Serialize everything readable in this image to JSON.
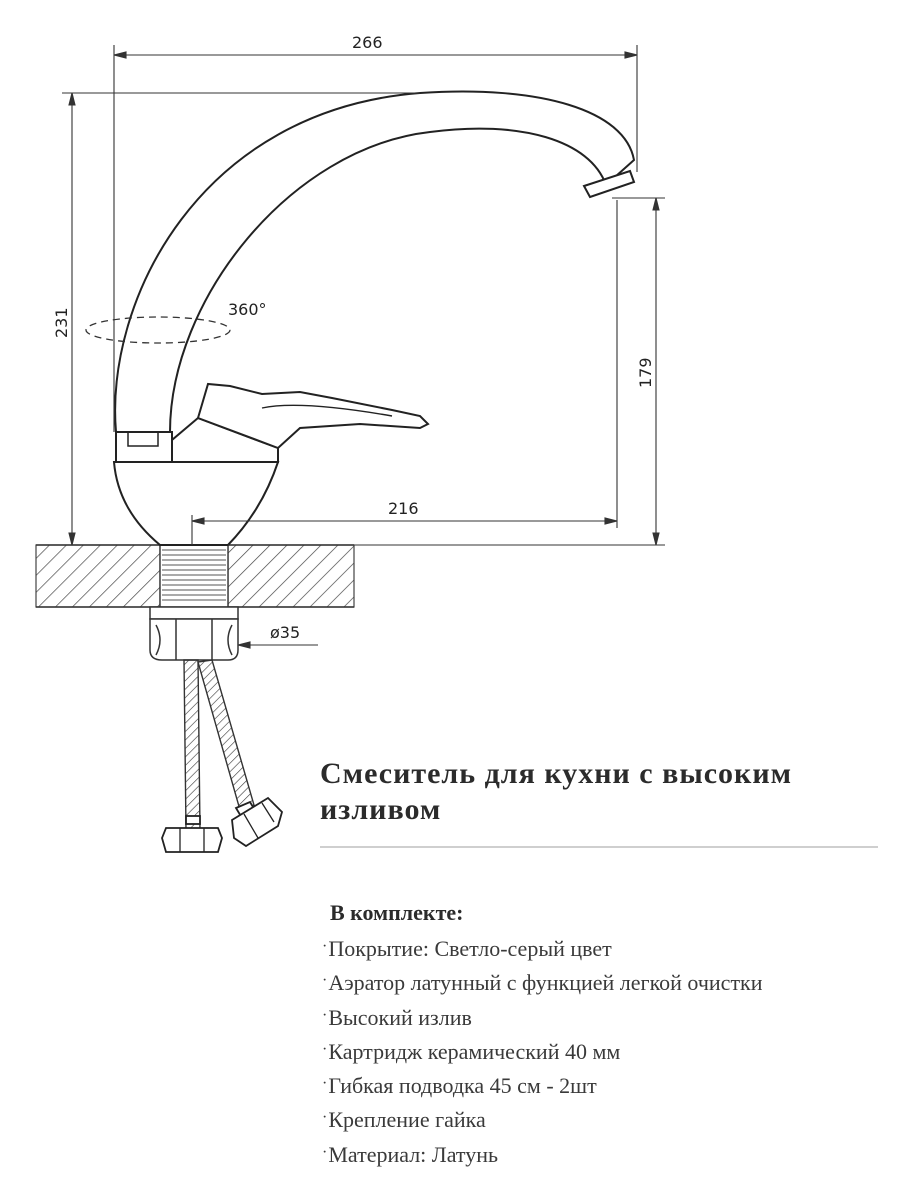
{
  "diagram": {
    "dimensions": {
      "total_width": "266",
      "total_height": "231",
      "spout_height": "179",
      "spout_reach": "216",
      "rotation": "360°",
      "diameter": "ø35"
    }
  },
  "product": {
    "title_line1": "Смеситель для кухни с высоким",
    "title_line2": "изливом"
  },
  "kit": {
    "heading": "В комплекте:",
    "bullet": "·",
    "items": [
      "Покрытие: Светло-серый  цвет",
      "Аэратор латунный с функцией легкой очистки",
      "Высокий  излив",
      "Картридж керамический 40 мм",
      "Гибкая подводка 45 см - 2шт",
      "Крепление гайка",
      "Материал: Латунь"
    ]
  }
}
